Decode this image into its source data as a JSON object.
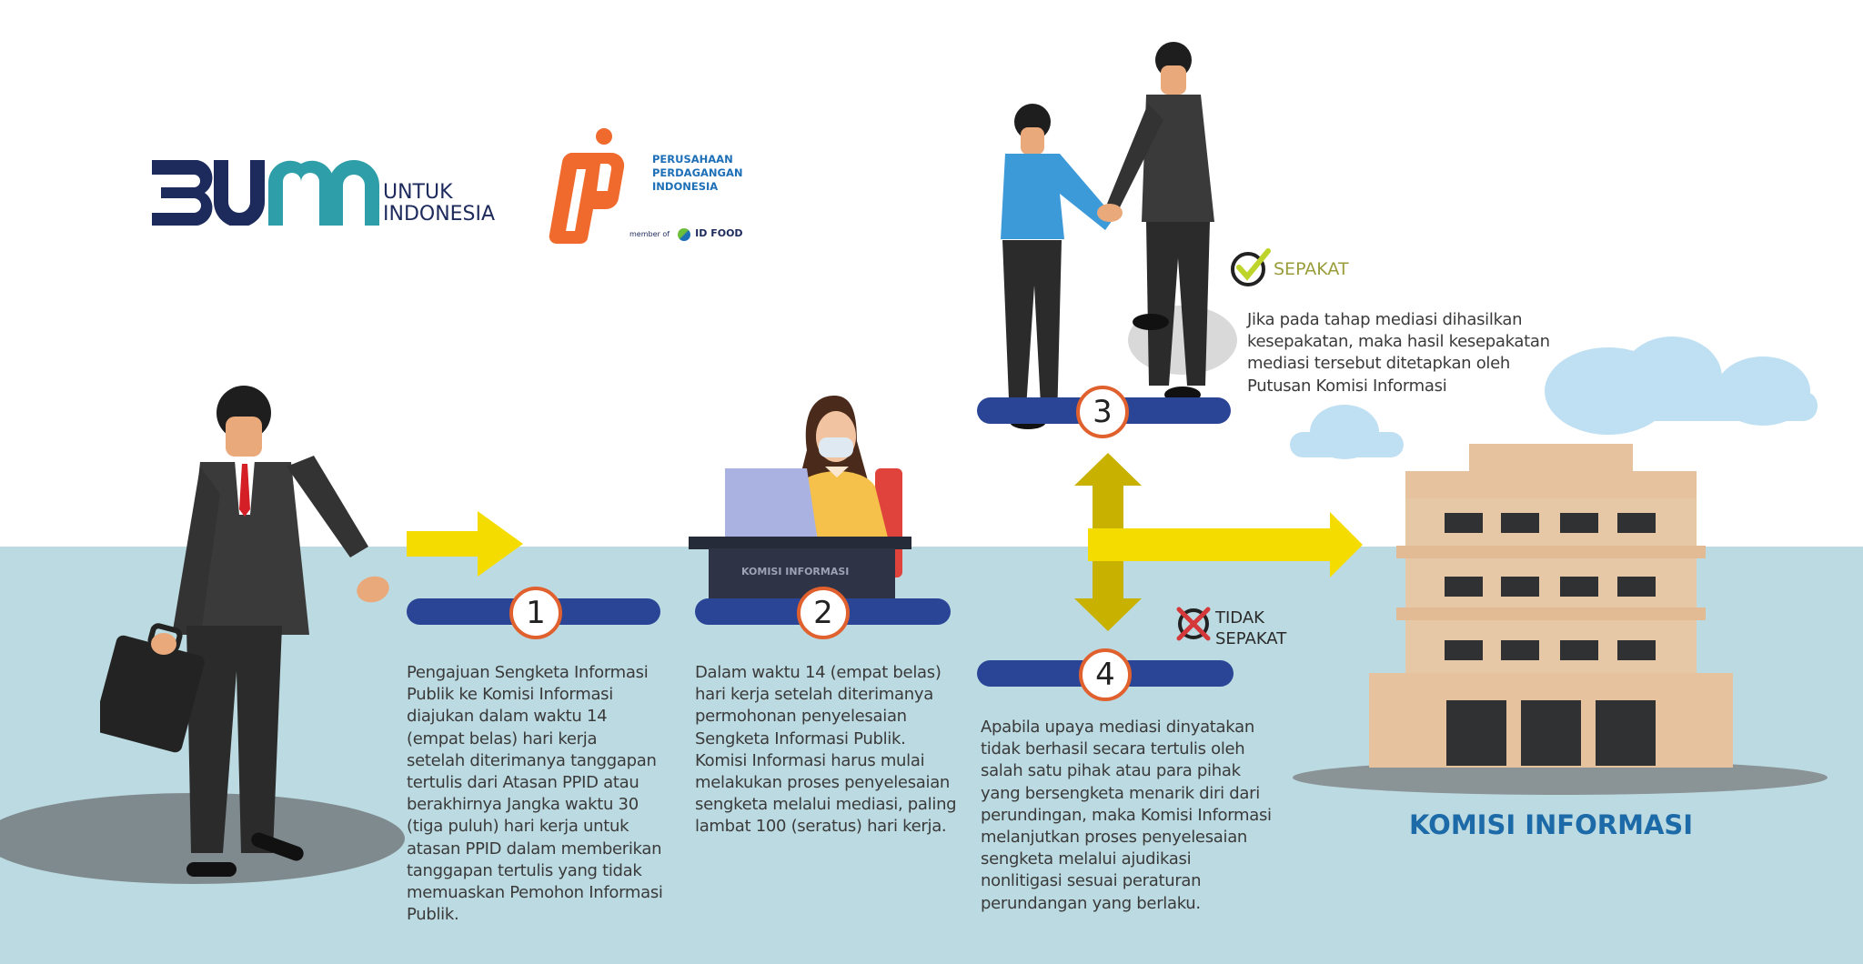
{
  "logos": {
    "bumn": {
      "mark": "BUMN",
      "tagline_1": "UNTUK",
      "tagline_2": "INDONESIA"
    },
    "ppi": {
      "line_1": "PERUSAHAAN",
      "line_2": "PERDAGANGAN",
      "line_3": "INDONESIA",
      "member_of": "member of",
      "idfood": "ID FOOD"
    }
  },
  "steps": [
    {
      "number": "1",
      "text": "Pengajuan Sengketa Informasi\nPublik ke Komisi Informasi\ndiajukan dalam waktu 14\n(empat belas) hari kerja\nsetelah diterimanya tanggapan\ntertulis dari Atasan PPID atau\nberakhirnya Jangka waktu 30\n(tiga puluh) hari kerja untuk\natasan PPID dalam memberikan\ntanggapan tertulis yang tidak\nmemuaskan Pemohon Informasi\nPublik."
    },
    {
      "number": "2",
      "text": "Dalam waktu 14 (empat belas)\nhari kerja setelah diterimanya\npermohonan penyelesaian\nSengketa Informasi Publik.\nKomisi Informasi harus mulai\nmelakukan proses penyelesaian\nsengketa melalui mediasi, paling\nlambat 100 (seratus) hari kerja."
    },
    {
      "number": "3",
      "outcome": "SEPAKAT",
      "text": "Jika pada tahap mediasi dihasilkan\nkesepakatan, maka hasil kesepakatan\nmediasi tersebut ditetapkan oleh\nPutusan Komisi Informasi"
    },
    {
      "number": "4",
      "outcome_1": "TIDAK",
      "outcome_2": "SEPAKAT",
      "text": "Apabila upaya mediasi dinyatakan\ntidak berhasil secara tertulis oleh\nsalah satu pihak atau para pihak\nyang bersengketa menarik diri dari\nperundingan, maka Komisi Informasi\nmelanjutkan proses penyelesaian\nsengketa melalui ajudikasi\nnonlitigasi sesuai peraturan\nperundangan yang berlaku."
    }
  ],
  "desk_label": "KOMISI INFORMASI",
  "building_label": "KOMISI INFORMASI",
  "colors": {
    "navy": "#2a4596",
    "orange": "#e0602e",
    "yellow": "#f5dc00",
    "sea": "#bcdae1",
    "teal": "#2e9fa8",
    "label_blue": "#1d6aa8"
  }
}
